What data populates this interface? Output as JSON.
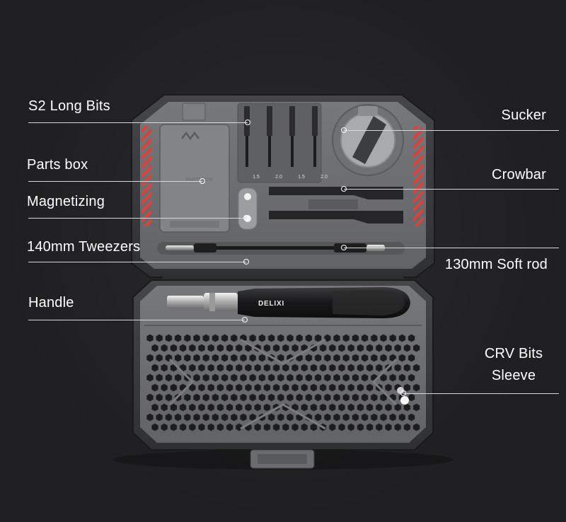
{
  "brand": "DELIXI",
  "parts_box_lid": "PARTS BOX",
  "long_bit_sizes": [
    "1.5",
    "2.0",
    "1.5",
    "2.0"
  ],
  "labels": {
    "s2_long_bits": "S2 Long Bits",
    "parts_box": "Parts box",
    "magnetizing": "Magnetizing",
    "tweezers": "140mm Tweezers",
    "handle": "Handle",
    "sucker": "Sucker",
    "crowbar": "Crowbar",
    "soft_rod": "130mm Soft rod",
    "crv_bits": "CRV Bits",
    "sleeve": "Sleeve"
  },
  "colors": {
    "background": "#232325",
    "case_shell": "#3a3b3e",
    "tray": "#6c6d70",
    "accent_stripes": "#d2463f",
    "label_text": "#ffffff",
    "leader_line": "#d8d8d8"
  }
}
